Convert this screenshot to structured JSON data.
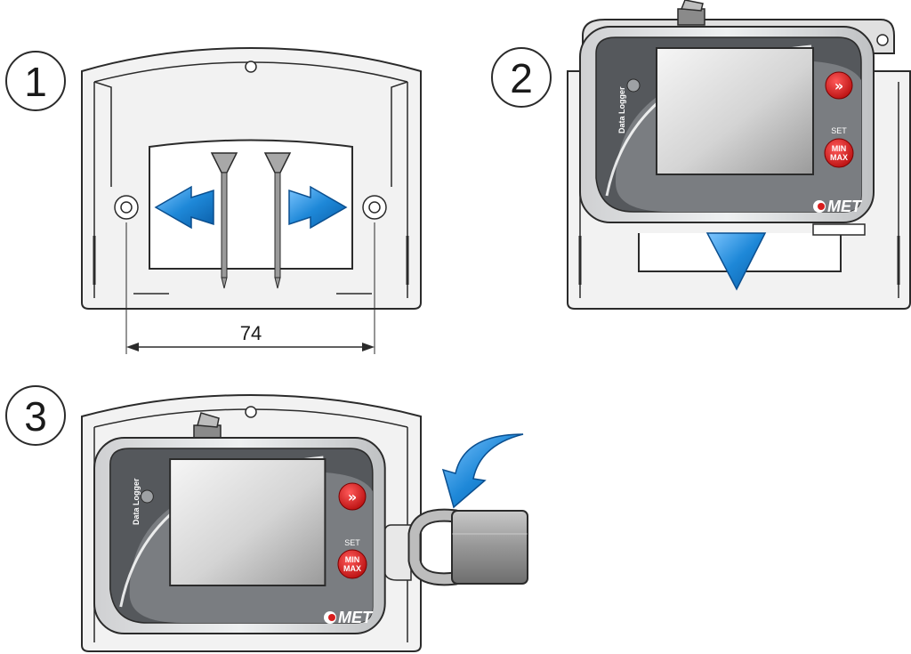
{
  "steps": [
    {
      "number": "1"
    },
    {
      "number": "2"
    },
    {
      "number": "3"
    }
  ],
  "dimension": {
    "value": "74"
  },
  "device": {
    "vertical_label": "Data Logger",
    "set_label": "SET",
    "minmax_line1": "MIN",
    "minmax_line2": "MAX",
    "brand": "MET"
  },
  "colors": {
    "arrow_blue": "#1e88d8",
    "button_red": "#d81e1e",
    "device_dark": "#55585c",
    "outline": "#2b2b2b",
    "bracket_fill": "#ececec"
  },
  "icons": {
    "next": "double-chevron-right-icon",
    "padlock": "padlock-icon",
    "screw": "screw-icon"
  }
}
